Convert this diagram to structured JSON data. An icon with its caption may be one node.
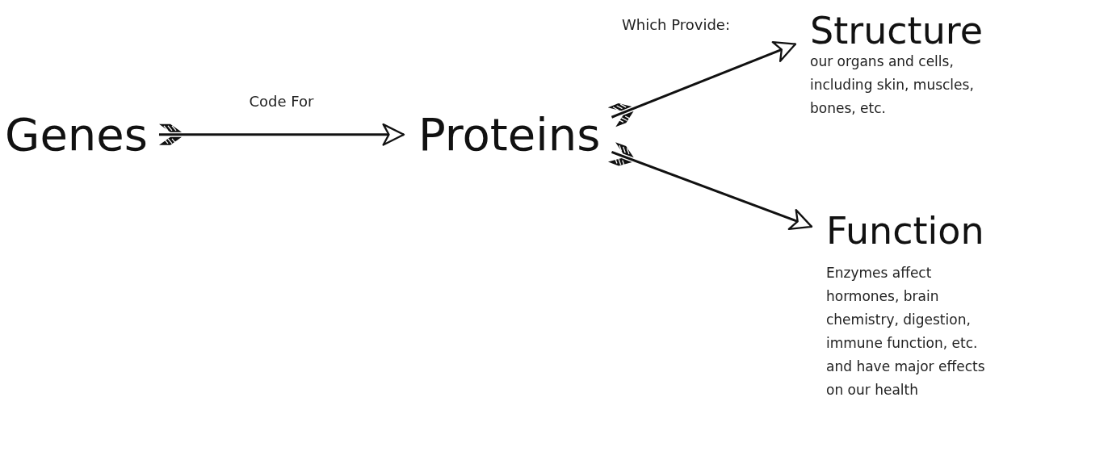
{
  "diagram": {
    "nodes": [
      {
        "text": [
          "Genes"
        ]
      },
      {
        "text": [
          "Proteins"
        ]
      },
      {
        "text": [
          "Structure",
          "our organs and cells, including skin, muscles, bones, etc."
        ]
      },
      {
        "text": [
          "Function",
          "Enzymes affect hormones, brain chemistry, digestion, immune function, etc. and have major effects on our health"
        ]
      }
    ],
    "edges": [
      {
        "from": 0,
        "to": 1,
        "arrow": "to",
        "label": "Code For"
      },
      {
        "from": 1,
        "to": 2,
        "arrow": "to"
      },
      {
        "from": 1,
        "to": 3,
        "arrow": "to"
      }
    ],
    "labels": [
      "Which Provide:"
    ]
  }
}
